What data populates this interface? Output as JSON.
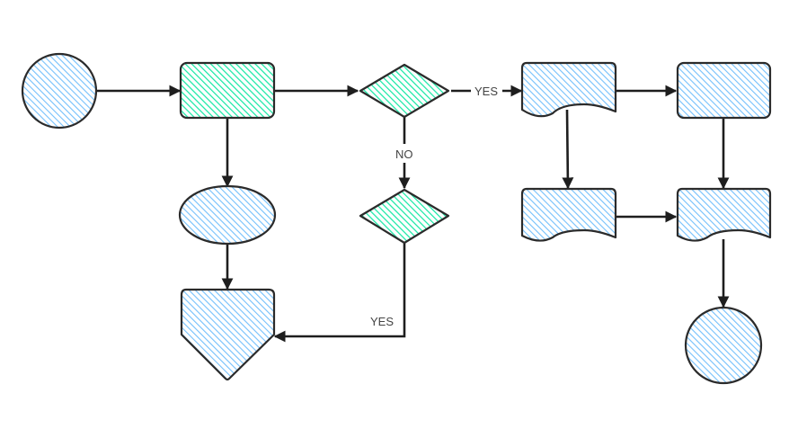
{
  "diagram": {
    "type": "flowchart",
    "style": "hand-drawn hachure",
    "colors": {
      "blue_fill": "#74c0fc",
      "green_fill": "#12e8a4",
      "stroke": "#2b2b2b",
      "background": "#ffffff"
    },
    "nodes": [
      {
        "id": "start",
        "shape": "circle",
        "fill": "blue"
      },
      {
        "id": "process-1",
        "shape": "rounded-rectangle",
        "fill": "green"
      },
      {
        "id": "decision-1",
        "shape": "diamond",
        "fill": "green"
      },
      {
        "id": "document-1",
        "shape": "document",
        "fill": "blue"
      },
      {
        "id": "process-2",
        "shape": "rounded-rectangle",
        "fill": "blue"
      },
      {
        "id": "ellipse-1",
        "shape": "ellipse",
        "fill": "blue"
      },
      {
        "id": "decision-2",
        "shape": "diamond",
        "fill": "green"
      },
      {
        "id": "document-2",
        "shape": "document",
        "fill": "blue"
      },
      {
        "id": "document-3",
        "shape": "document",
        "fill": "blue"
      },
      {
        "id": "offpage-1",
        "shape": "off-page-connector",
        "fill": "blue"
      },
      {
        "id": "end",
        "shape": "circle",
        "fill": "blue"
      }
    ],
    "edges": [
      {
        "from": "start",
        "to": "process-1",
        "label": ""
      },
      {
        "from": "process-1",
        "to": "decision-1",
        "label": ""
      },
      {
        "from": "decision-1",
        "to": "document-1",
        "label": "YES"
      },
      {
        "from": "document-1",
        "to": "process-2",
        "label": ""
      },
      {
        "from": "process-1",
        "to": "ellipse-1",
        "label": ""
      },
      {
        "from": "decision-1",
        "to": "decision-2",
        "label": "NO"
      },
      {
        "from": "document-1",
        "to": "document-2",
        "label": ""
      },
      {
        "from": "process-2",
        "to": "document-3",
        "label": ""
      },
      {
        "from": "document-2",
        "to": "document-3",
        "label": ""
      },
      {
        "from": "ellipse-1",
        "to": "offpage-1",
        "label": ""
      },
      {
        "from": "decision-2",
        "to": "offpage-1",
        "label": "YES"
      },
      {
        "from": "document-3",
        "to": "end",
        "label": ""
      }
    ],
    "labels": {
      "yes_top": "YES",
      "no": "NO",
      "yes_bottom": "YES"
    }
  }
}
